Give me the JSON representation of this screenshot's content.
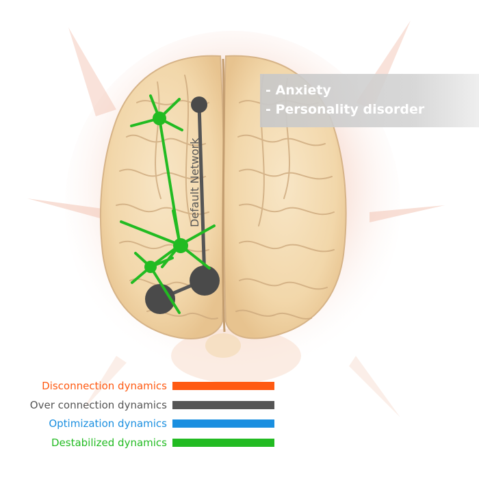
{
  "network_label": "Default Network",
  "callout": {
    "items": [
      "- Anxiety",
      "- Personality disorder"
    ]
  },
  "legend": [
    {
      "label": "Disconnection dynamics",
      "color": "#ff5a12"
    },
    {
      "label": "Over connection dynamics",
      "color": "#555555"
    },
    {
      "label": "Optimization dynamics",
      "color": "#1a8fe0"
    },
    {
      "label": "Destabilized dynamics",
      "color": "#22bb22"
    }
  ],
  "colors": {
    "network_line": "#555555",
    "network_node": "#4a4a4a",
    "destabilized": "#22bb22",
    "brain_fill": "#f4dcb2",
    "brain_fold": "#c9a77c",
    "splash": "#f0b9a8"
  }
}
